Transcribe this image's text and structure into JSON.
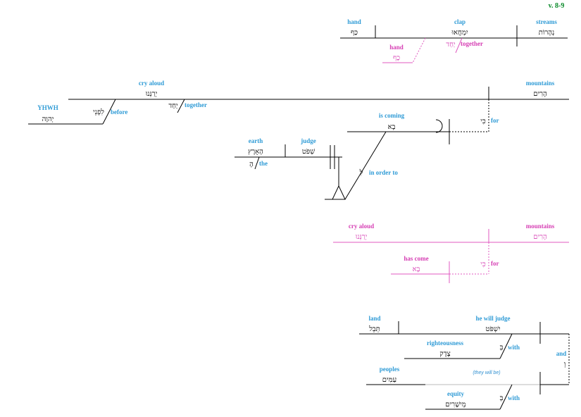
{
  "verse_ref": "v. 8-9",
  "labels": {
    "hand_top": "hand",
    "hand_top_he": "כַּף",
    "clap": "clap",
    "clap_he": "יִמְחֲאוּ",
    "streams": "streams",
    "streams_he": "נְהָרוֹת",
    "hand_pink": "hand",
    "hand_pink_he": "כָף",
    "together_pink": "together",
    "together_pink_he": "יַחַד",
    "cry_aloud": "cry aloud",
    "cry_aloud_he": "יְרַנֵּנוּ",
    "mountains": "mountains",
    "mountains_he": "הָרִים",
    "yhwh": "YHWH",
    "yhwh_he": "יְהוָה",
    "before": "before",
    "before_he": "לִפְנֵי",
    "together": "together",
    "together_he": "יַחַד",
    "is_coming": "is coming",
    "is_coming_he": "בָא",
    "for": "for",
    "for_he": "כִּי",
    "earth": "earth",
    "earth_he": "הָאָרֶץ",
    "judge": "judge",
    "judge_he": "שְׁפֹּט",
    "the": "the",
    "the_he": "הָ",
    "in_order_to": "in order to",
    "in_order_to_he": "לִ",
    "cry_aloud_pink": "cry aloud",
    "cry_aloud_pink_he": "יְרַנֵּנוּ",
    "mountains_pink": "mountains",
    "mountains_pink_he": "הָרִים",
    "has_come": "has come",
    "has_come_he": "בָא",
    "for_pink": "for",
    "for_pink_he": "כִּי",
    "land": "land",
    "land_he": "תֵּבֵל",
    "he_will_judge": "he will judge",
    "he_will_judge_he": "יִשְׁפֹּט",
    "righteousness": "righteousness",
    "righteousness_he": "צֶדֶק",
    "with1": "with",
    "with1_he": "בְּ",
    "and": "and",
    "and_he": "וְ",
    "peoples": "peoples",
    "peoples_he": "עַמִּים",
    "they_will_be": "(they will be)",
    "equity": "equity",
    "equity_he": "מֵישָׁרִים",
    "with2": "with",
    "with2_he": "בְּ"
  },
  "colors": {
    "english": "#2f9bd6",
    "pink": "#d63fb4",
    "line": "#000000",
    "pink_line": "#e05ac0",
    "ref": "#0a8a2a"
  }
}
